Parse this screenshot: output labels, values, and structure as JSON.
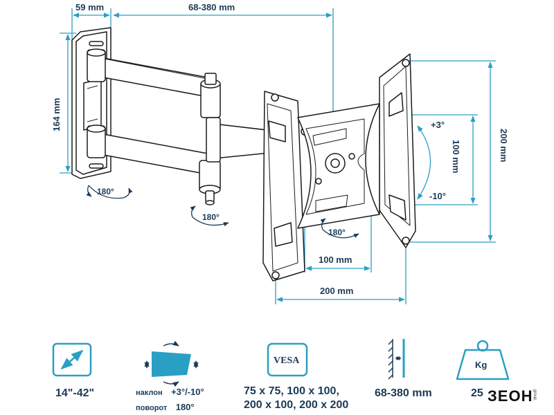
{
  "dimensions": {
    "wall_plate_width": "59 mm",
    "arm_extension": "68-380 mm",
    "wall_plate_height": "164 mm",
    "vesa_max_height": "200 mm",
    "vesa_min_height": "100 mm",
    "vesa_min_width": "100 mm",
    "vesa_max_width": "200 mm"
  },
  "rotations": {
    "wall_swivel": "180°",
    "arm_swivel": "180°",
    "plate_rotation": "180°",
    "tilt_up": "+3°",
    "tilt_down": "-10°"
  },
  "specs": {
    "screen_size": "14\"-42\"",
    "tilt_label": "наклон",
    "tilt_value": "+3°/-10°",
    "swivel_label": "поворот",
    "swivel_value": "180°",
    "vesa_badge": "VESA",
    "vesa_line1": "75 x 75, 100 x 100,",
    "vesa_line2": "200 x 100, 200 x 200",
    "wall_distance": "68-380 mm",
    "weight_badge": "Kg",
    "weight_value": "25"
  },
  "brand": {
    "logo": "ЗЕОН",
    "sub": "group"
  },
  "colors": {
    "dimension_line": "#2a9fc4",
    "outline": "#1a1a1a",
    "text": "#1b3a57",
    "icon": "#2a9fc4"
  }
}
